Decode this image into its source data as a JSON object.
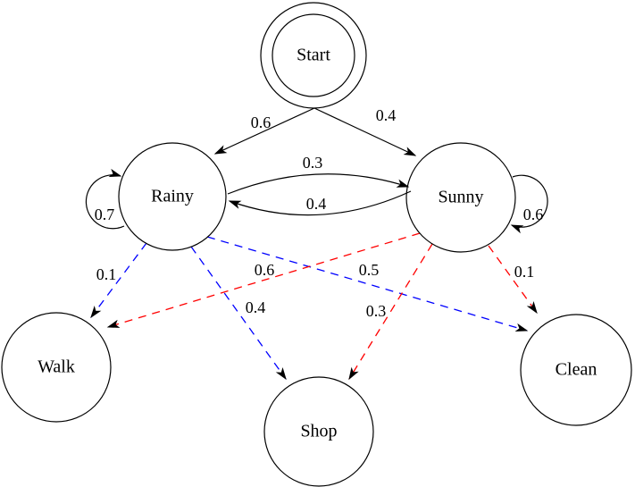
{
  "diagram": {
    "type": "hidden-markov-model-state-diagram",
    "background": "#ffffff",
    "colors": {
      "line": "#000000",
      "text": "#000000",
      "rainy_emission": "#0000ff",
      "sunny_emission": "#ff0000"
    },
    "nodes": {
      "start": {
        "label": "Start",
        "kind": "double-circle"
      },
      "rainy": {
        "label": "Rainy",
        "kind": "circle"
      },
      "sunny": {
        "label": "Sunny",
        "kind": "circle"
      },
      "walk": {
        "label": "Walk",
        "kind": "circle"
      },
      "shop": {
        "label": "Shop",
        "kind": "circle"
      },
      "clean": {
        "label": "Clean",
        "kind": "circle"
      }
    },
    "transitions": {
      "start_rainy": {
        "from": "Start",
        "to": "Rainy",
        "label": "0.6",
        "style": "solid"
      },
      "start_sunny": {
        "from": "Start",
        "to": "Sunny",
        "label": "0.4",
        "style": "solid"
      },
      "rainy_rainy": {
        "from": "Rainy",
        "to": "Rainy",
        "label": "0.7",
        "style": "solid"
      },
      "sunny_sunny": {
        "from": "Sunny",
        "to": "Sunny",
        "label": "0.6",
        "style": "solid"
      },
      "rainy_sunny": {
        "from": "Rainy",
        "to": "Sunny",
        "label": "0.3",
        "style": "solid"
      },
      "sunny_rainy": {
        "from": "Sunny",
        "to": "Rainy",
        "label": "0.4",
        "style": "solid"
      }
    },
    "emissions": {
      "rainy_walk": {
        "from": "Rainy",
        "to": "Walk",
        "label": "0.1",
        "color": "#0000ff",
        "style": "dashed"
      },
      "rainy_shop": {
        "from": "Rainy",
        "to": "Shop",
        "label": "0.4",
        "color": "#0000ff",
        "style": "dashed"
      },
      "rainy_clean": {
        "from": "Rainy",
        "to": "Clean",
        "label": "0.5",
        "color": "#0000ff",
        "style": "dashed"
      },
      "sunny_walk": {
        "from": "Sunny",
        "to": "Walk",
        "label": "0.6",
        "color": "#ff0000",
        "style": "dashed"
      },
      "sunny_shop": {
        "from": "Sunny",
        "to": "Shop",
        "label": "0.3",
        "color": "#ff0000",
        "style": "dashed"
      },
      "sunny_clean": {
        "from": "Sunny",
        "to": "Clean",
        "label": "0.1",
        "color": "#ff0000",
        "style": "dashed"
      }
    }
  }
}
